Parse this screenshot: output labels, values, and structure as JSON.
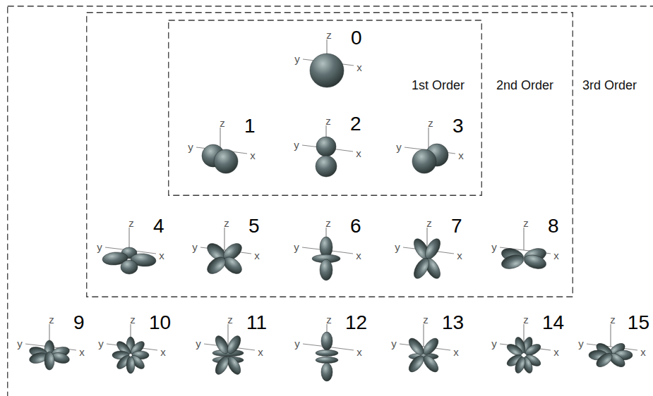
{
  "diagram": {
    "nodes": [
      {
        "text": [
          "3rd Order"
        ]
      },
      {
        "text": [
          "2nd Order"
        ],
        "in": 0
      },
      {
        "text": [
          "1st Order"
        ],
        "in": 1
      }
    ],
    "labels": [
      "z",
      "y",
      "x",
      "0",
      "z",
      "y",
      "x",
      "1",
      "z",
      "y",
      "x",
      "2",
      "z",
      "y",
      "x",
      "3",
      "z",
      "y",
      "x",
      "4",
      "z",
      "y",
      "x",
      "5",
      "z",
      "y",
      "x",
      "6",
      "z",
      "y",
      "x",
      "7",
      "z",
      "y",
      "x",
      "8",
      "z",
      "y",
      "x",
      "9",
      "z",
      "y",
      "x",
      "10",
      "z",
      "y",
      "x",
      "11",
      "z",
      "y",
      "x",
      "12",
      "z",
      "y",
      "x",
      "13",
      "z",
      "y",
      "x",
      "14",
      "z",
      "y",
      "x",
      "15"
    ]
  }
}
